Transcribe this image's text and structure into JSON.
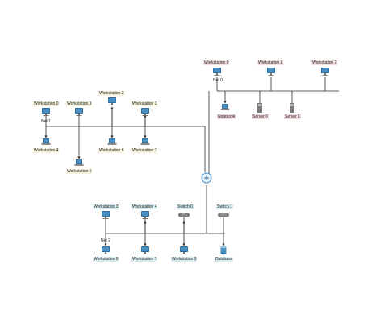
{
  "colors": {
    "line": "#2a2a2a",
    "device": "#4a8fc4",
    "device_dark": "#2f6f9e",
    "server": "#8a8a8a",
    "red_label_bg": "#f6dde0",
    "yellow_label_bg": "#f4f0d9",
    "blue_label_bg": "#d7ecf1"
  },
  "network_top_right": {
    "net_label": "Net 0",
    "workstations": [
      "Workstation 0",
      "Workstation 1",
      "Workstation 2"
    ],
    "notebook": "Notebook",
    "servers": [
      "Server 0",
      "Server 1"
    ]
  },
  "network_left": {
    "net_label": "Net 1",
    "workstations_top": [
      "Workstation 0",
      "Workstation 1",
      "Workstation 2",
      "Workstation 3"
    ],
    "workstations_bottom": [
      "Workstation 4",
      "Workstation 5",
      "Workstation 6",
      "Workstation 7"
    ]
  },
  "router": {
    "icon": "router-icon"
  },
  "network_bottom": {
    "net_label": "Net 2",
    "workstations_top": [
      "Workstation 3",
      "Workstation 4"
    ],
    "switches": [
      "Switch 0",
      "Switch 1"
    ],
    "workstations_bottom": [
      "Workstation 0",
      "Workstation 1",
      "Workstation 2"
    ],
    "database": "Database"
  }
}
